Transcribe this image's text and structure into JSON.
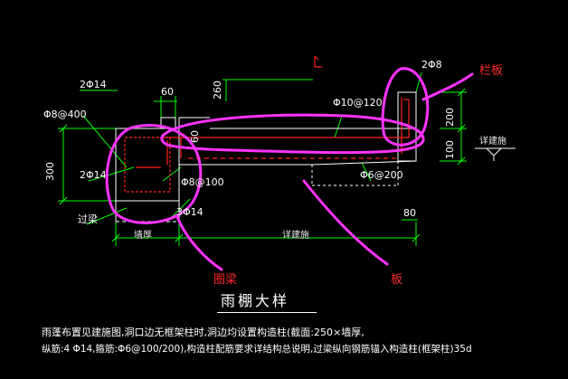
{
  "drawing": {
    "title": "雨棚大样",
    "labels": {
      "bar_2phi14_top": "2Φ14",
      "dim_60_top": "60",
      "dim_260": "260",
      "stirrup_phi8_400": "Φ8@400",
      "dim_300": "300",
      "bar_2phi14_mid": "2Φ14",
      "lintel": "过梁",
      "dim_60_mid": "60",
      "bar_phi8_100": "Φ8@100",
      "bar_3phi14": "3Φ14",
      "wall_thickness": "墙厚",
      "see_construction": "详建施",
      "bar_phi10_120": "Φ10@120",
      "bar_phi6_200": "Φ6@200",
      "bar_2phi8": "2Φ8",
      "dim_200": "200",
      "dim_100": "100",
      "see_construction_right": "详建施",
      "dim_80": "80"
    },
    "annotations": {
      "railing_board": "栏板",
      "ring_beam": "圈梁",
      "slab": "板"
    },
    "notes": [
      "雨蓬布置见建施图,洞口边无框架柱时,洞边均设置构造柱(截面:250×墙厚,",
      "纵筋:4 Φ14,箍筋:Φ6@100/200),构造柱配筋要求详结构总说明,过梁纵向钢筋锚入构造柱(框架柱)35d"
    ],
    "colors": {
      "background": "#000000",
      "outline": "#ffffff",
      "dimension": "#00ff00",
      "rebar": "#ff2020",
      "sketch": "#ff33ff",
      "annotation": "#ff2a2a"
    }
  }
}
